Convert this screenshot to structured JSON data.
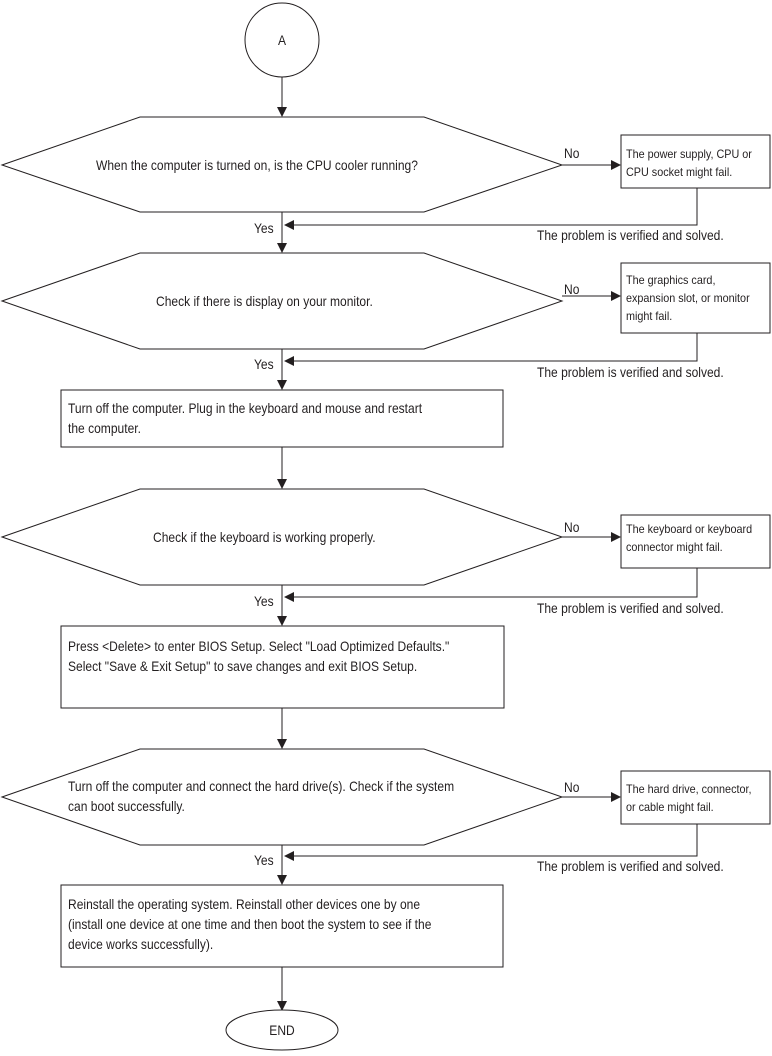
{
  "start": "A",
  "end": "END",
  "yes_label": "Yes",
  "no_label": "No",
  "verified_label": "The problem is verified and solved.",
  "decision1": {
    "question": "When the computer is turned on, is the CPU cooler running?",
    "failure": "The power supply, CPU or\nCPU socket might fail."
  },
  "decision2": {
    "question": "Check if there is display on your monitor.",
    "failure": "The graphics card,\nexpansion slot, or monitor\nmight fail."
  },
  "step1": "Turn off the computer. Plug in the keyboard and mouse and restart\nthe computer.",
  "decision3": {
    "question": "Check if the keyboard is working properly.",
    "failure": "The keyboard or keyboard\nconnector might fail."
  },
  "step2": "Press <Delete> to enter BIOS Setup. Select \"Load Optimized Defaults.\"\nSelect \"Save & Exit Setup\" to save changes and exit BIOS Setup.",
  "decision4": {
    "question": "Turn off the computer and connect the hard drive(s). Check if the system\ncan boot successfully.",
    "failure": "The hard drive, connector,\nor cable might fail."
  },
  "step3": "Reinstall the operating system. Reinstall other devices one by one\n(install one device at one time and then boot the system to see if the\ndevice works successfully)."
}
